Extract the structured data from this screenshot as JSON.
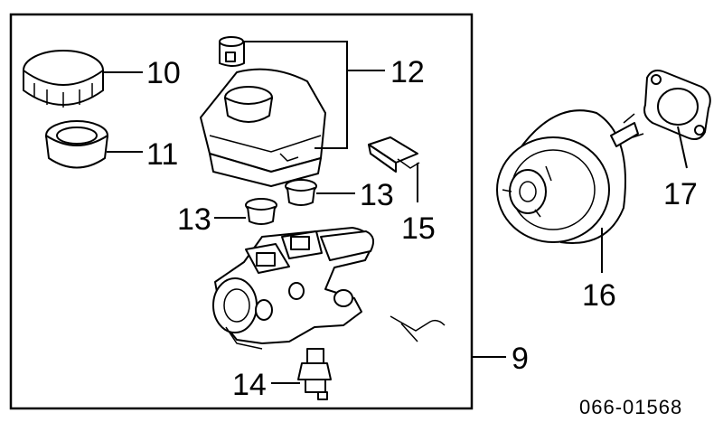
{
  "diagram": {
    "part_code": "066-01568",
    "callouts": {
      "c9": "9",
      "c10": "10",
      "c11": "11",
      "c12": "12",
      "c13a": "13",
      "c13b": "13",
      "c14": "14",
      "c15": "15",
      "c16": "16",
      "c17": "17"
    }
  }
}
